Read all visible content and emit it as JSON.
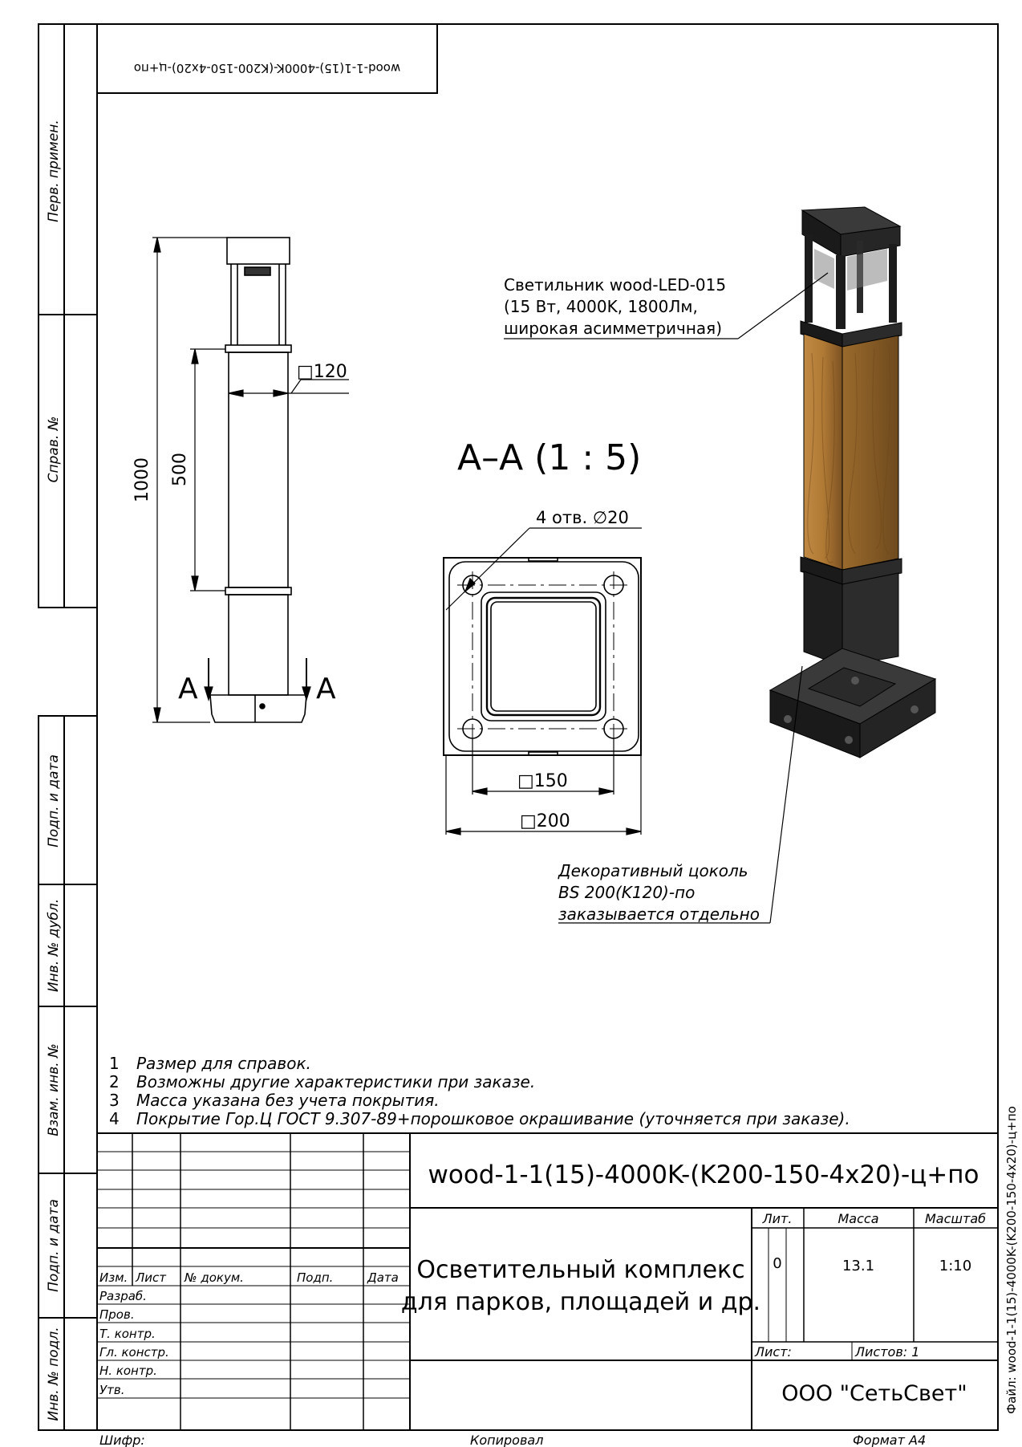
{
  "stamp_top": "wood-1-1(15)-4000K-(K200-150-4x20)-ц+по",
  "side_file_label": "Файл: wood-1-1(15)-4000K-(K200-150-4x20)-ц+по",
  "left_margin": {
    "perv_primen": "Перв. примен.",
    "sprav_no": "Справ. №",
    "podp_data_1": "Подп. и дата",
    "inv_dubl": "Инв. № дубл.",
    "vzam_inv": "Взам. инв. №",
    "podp_data_2": "Подп. и дата",
    "inv_podl": "Инв. № подл."
  },
  "side_view": {
    "dim_total": "1000",
    "dim_wood": "500",
    "dim_width": "□120",
    "section_mark_left": "A",
    "section_mark_right": "A"
  },
  "section": {
    "title": "A–A (1 : 5)",
    "holes": "4 отв. ∅20",
    "dim_inner": "□150",
    "dim_outer": "□200"
  },
  "callouts": {
    "luminaire": [
      "Светильник wood-LED-015",
      "(15 Вт, 4000K, 1800Лм,",
      "широкая асимметричная)"
    ],
    "base": [
      "Декоративный цоколь",
      "BS 200(K120)-по",
      "заказывается отдельно"
    ]
  },
  "notes": [
    {
      "n": "1",
      "text": "Размер для справок."
    },
    {
      "n": "2",
      "text": "Возможны другие характеристики при заказе."
    },
    {
      "n": "3",
      "text": "Масса указана без учета покрытия."
    },
    {
      "n": "4",
      "text": "Покрытие Гор.Ц ГОСТ 9.307-89+порошковое окрашивание (уточняется при заказе)."
    }
  ],
  "title_block": {
    "designation": "wood-1-1(15)-4000K-(K200-150-4x20)-ц+по",
    "name_line1": "Осветительный комплекс",
    "name_line2": "для парков, площадей и др.",
    "col_izm": "Изм.",
    "col_list": "Лист",
    "col_doc": "№ докум.",
    "col_podp": "Подп.",
    "col_data": "Дата",
    "roles": [
      "Разраб.",
      "Пров.",
      "Т. контр.",
      "Гл. констр.",
      "Н. контр.",
      "Утв."
    ],
    "lit_label": "Лит.",
    "massa_label": "Масса",
    "scale_label": "Масштаб",
    "lit_value": "0",
    "massa_value": "13.1",
    "scale_value": "1:10",
    "sheet_label": "Лист:",
    "sheets_label": "Листов: 1",
    "company": "ООО \"СетьСвет\"",
    "shifr": "Шифр:",
    "kopiroval": "Копировал",
    "format": "Формат А4"
  },
  "colors": {
    "metal": "#1e1e1e",
    "wood": "#b07a35",
    "wood_dark": "#8a5a22",
    "line": "#000000"
  }
}
